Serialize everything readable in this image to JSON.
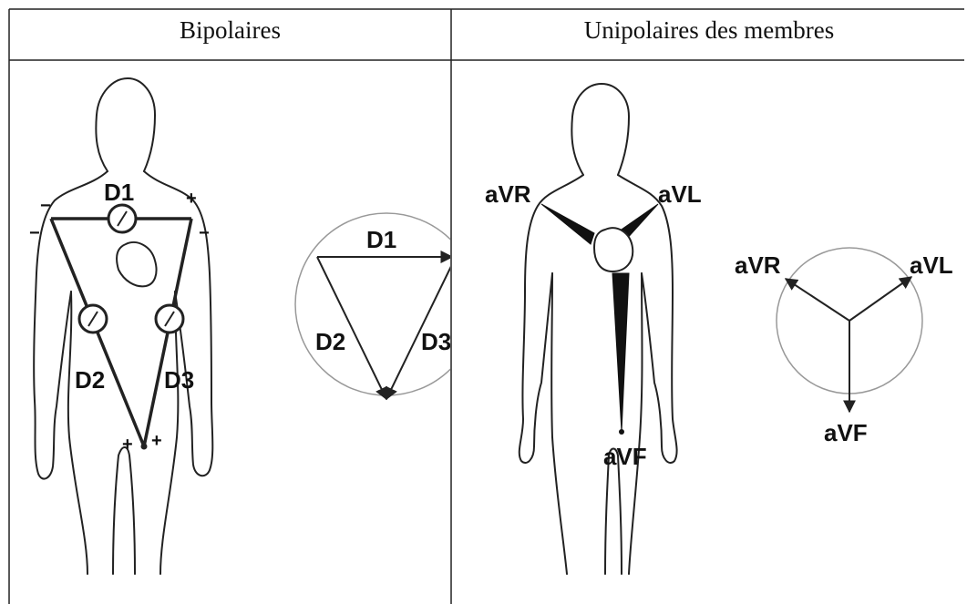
{
  "headers": {
    "left": "Bipolaires",
    "right": "Unipolaires des membres"
  },
  "bipolar": {
    "leads": [
      "D1",
      "D2",
      "D3"
    ],
    "signs": {
      "right_arm_top": "−",
      "left_arm_top": "+",
      "right_arm_side": "−",
      "left_arm_side": "−",
      "leg_left": "+",
      "leg_right": "+"
    },
    "triangle_labels": [
      "D1",
      "D2",
      "D3"
    ]
  },
  "unipolar": {
    "leads": [
      "aVR",
      "aVL",
      "aVF"
    ],
    "axis_labels": [
      "aVR",
      "aVL",
      "aVF"
    ]
  }
}
